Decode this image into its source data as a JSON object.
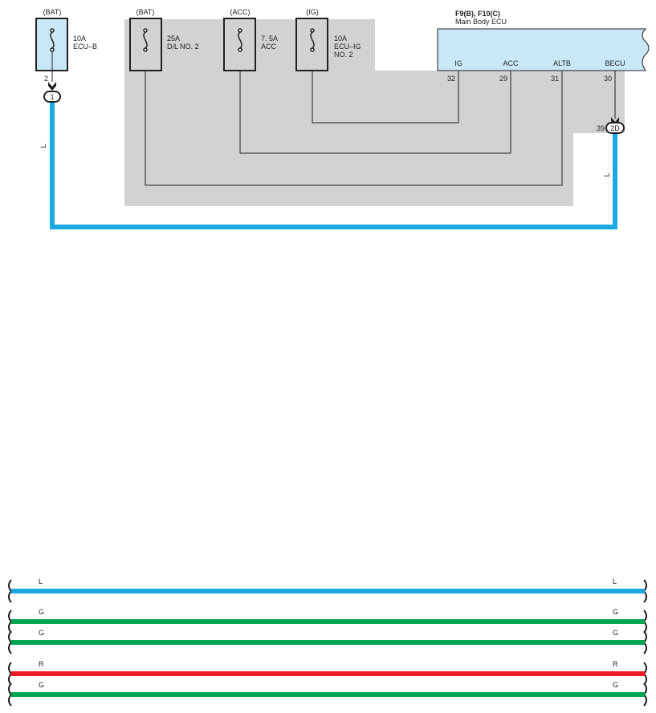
{
  "colors": {
    "shade": "#d1d2d4",
    "fuse_fill": "#c9e8f7",
    "ecu_fill": "#c9e8f7",
    "wire_L": "#1aa9e1",
    "wire_G": "#00a651",
    "wire_R": "#ed1c24",
    "line": "#231f20"
  },
  "fuses": [
    {
      "supply": "(BAT)",
      "rating": "10A",
      "name": "ECU–B",
      "name2": "",
      "pin_label": "2",
      "connector": "1"
    },
    {
      "supply": "(BAT)",
      "rating": "25A",
      "name": "D/L NO. 2",
      "name2": ""
    },
    {
      "supply": "(ACC)",
      "rating": "7. 5A",
      "name": "ACC",
      "name2": ""
    },
    {
      "supply": "(IG)",
      "rating": "10A",
      "name": "ECU–IG",
      "name2": "NO. 2"
    }
  ],
  "ecu": {
    "title": "F9(B), F10(C)",
    "subtitle": "Main Body ECU",
    "terminals": [
      {
        "name": "IG",
        "pin": "32"
      },
      {
        "name": "ACC",
        "pin": "29"
      },
      {
        "name": "ALTB",
        "pin": "31"
      },
      {
        "name": "BECU",
        "pin": "30"
      }
    ],
    "junction_pin": "39",
    "junction_connector": "2D"
  },
  "wire_labels": {
    "left_vertical": "L",
    "right_vertical": "L"
  },
  "legend_wires": [
    {
      "code": "L",
      "color": "#1aa9e1"
    },
    {
      "code": "G",
      "color": "#00a651"
    },
    {
      "code": "G",
      "color": "#00a651"
    },
    {
      "code": "R",
      "color": "#ed1c24"
    },
    {
      "code": "G",
      "color": "#00a651"
    }
  ]
}
